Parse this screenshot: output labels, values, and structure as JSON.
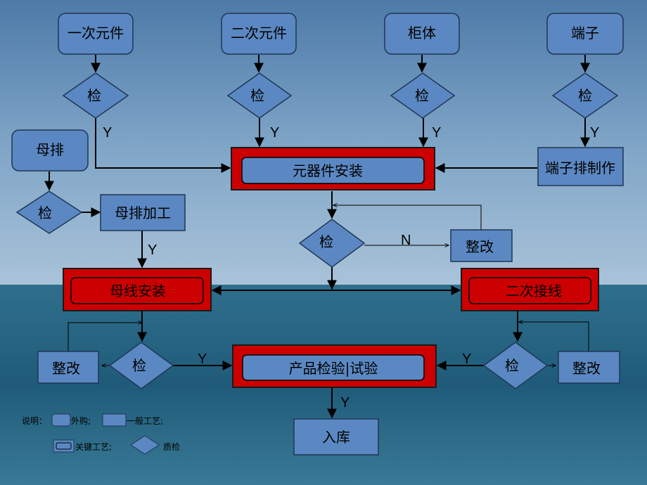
{
  "colors": {
    "box_fill": "#5b88c2",
    "box_stroke": "#1f3656",
    "key_fill": "#cc0000",
    "sky_top": "#4a76a4",
    "sea": "#1e5a78"
  },
  "purchased": {
    "primary_components": "一次元件",
    "secondary_components": "二次元件",
    "cabinet": "柜体",
    "terminal": "端子",
    "busbar": "母排"
  },
  "inspect_label": "检",
  "yes_label": "Y",
  "no_label": "N",
  "processes": {
    "busbar_processing": "母排加工",
    "terminal_row_making": "端子排制作",
    "rework": "整改",
    "warehousing": "入库"
  },
  "key_processes": {
    "component_installation": "元器件安装",
    "busbar_installation": "母线安装",
    "secondary_wiring": "二次接线",
    "product_inspection_test": "产品检验|试验"
  },
  "legend": {
    "prefix": "说明：",
    "purchased": "外购;",
    "general": "一般工艺;",
    "key": "关键工艺;",
    "inspection": "质检"
  }
}
